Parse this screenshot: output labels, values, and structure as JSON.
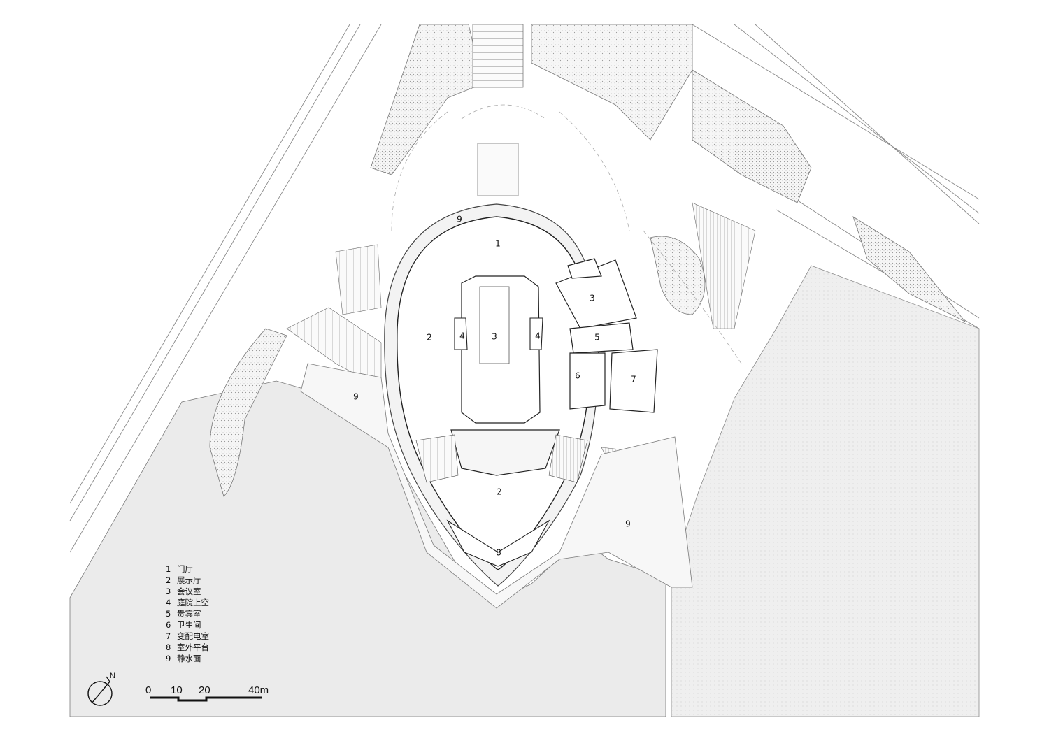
{
  "room_labels": {
    "lobby": "1",
    "exhibition_west": "2",
    "exhibition_south": "2",
    "meeting_center": "3",
    "meeting_east": "3",
    "courtyard_west": "4",
    "courtyard_east": "4",
    "vip_room": "5",
    "restroom": "6",
    "substation": "7",
    "terrace": "8",
    "water_north": "9",
    "water_west": "9",
    "water_south": "9"
  },
  "legend": [
    {
      "num": "1",
      "text": "门厅"
    },
    {
      "num": "2",
      "text": "展示厅"
    },
    {
      "num": "3",
      "text": "会议室"
    },
    {
      "num": "4",
      "text": "庭院上空"
    },
    {
      "num": "5",
      "text": "贵宾室"
    },
    {
      "num": "6",
      "text": "卫生间"
    },
    {
      "num": "7",
      "text": "变配电室"
    },
    {
      "num": "8",
      "text": "室外平台"
    },
    {
      "num": "9",
      "text": "静水面"
    }
  ],
  "scale_bar": {
    "ticks": [
      "0",
      "10",
      "20",
      "40m"
    ]
  },
  "north_arrow": {
    "label": "N",
    "icon": "north-arrow-icon"
  },
  "colors": {
    "line": "#6a6a6a",
    "building_line": "#222222",
    "water_fill": "#ebebeb",
    "hatch_fill": "#f1f1f1"
  }
}
